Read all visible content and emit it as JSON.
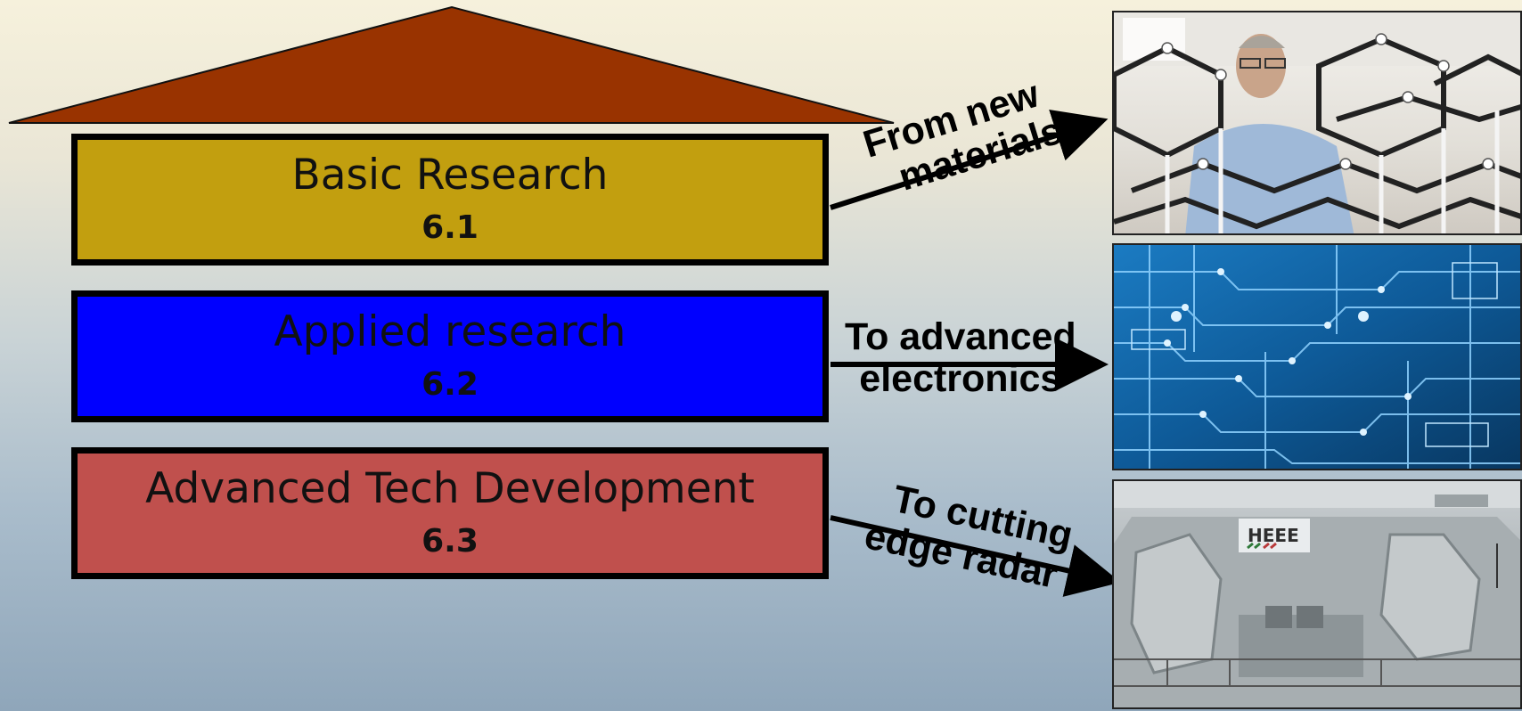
{
  "pyramid": {
    "roof_color": "#993300",
    "levels": [
      {
        "title": "Basic Research",
        "code": "6.1",
        "color": "#c29f0f"
      },
      {
        "title": "Applied research",
        "code": "6.2",
        "color": "#0000ff"
      },
      {
        "title": "Advanced Tech Development",
        "code": "6.3",
        "color": "#c0504d"
      }
    ]
  },
  "arrows": [
    {
      "line1": "From new",
      "line2": "materials"
    },
    {
      "line1": "To advanced",
      "line2": "electronics"
    },
    {
      "line1": "To cutting",
      "line2": "edge radar"
    }
  ],
  "photos": {
    "materials": {
      "icon": "lattice-model-photo"
    },
    "circuit": {
      "icon": "circuit-board-photo"
    },
    "radar": {
      "icon": "ship-radar-photo",
      "sign": "HEEE"
    }
  }
}
